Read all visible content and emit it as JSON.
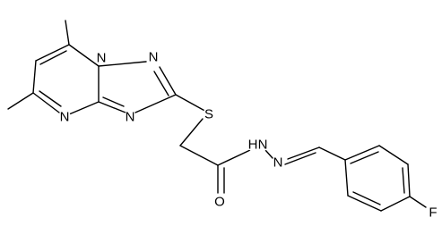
{
  "structure": {
    "atoms": {
      "n_ring_top": "N",
      "n_triazole_right": "N",
      "n_pyrimidine": "N",
      "n_triazole_bottom": "N",
      "sulfur": "S",
      "oxygen": "O",
      "nh": "N",
      "h": "H",
      "n_imine": "N",
      "fluorine": "F"
    }
  },
  "colors": {
    "bond": "#000000",
    "background": "#ffffff"
  }
}
